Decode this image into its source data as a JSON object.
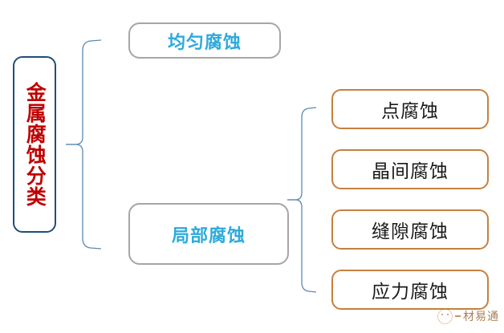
{
  "diagram": {
    "title": "金属腐蚀分类",
    "type": "tree",
    "root": {
      "label": "金属腐蚀分类",
      "text_color": "#c00000",
      "border_color": "#1f4e79",
      "orientation": "vertical"
    },
    "level2": [
      {
        "id": "uniform",
        "label": "均匀腐蚀",
        "text_color": "#2eaadc",
        "border_color": "#a6a6a6"
      },
      {
        "id": "local",
        "label": "局部腐蚀",
        "text_color": "#2eaadc",
        "border_color": "#a6a6a6"
      }
    ],
    "level3": [
      {
        "id": "pitting",
        "label": "点腐蚀",
        "text_color": "#1a1a1a",
        "border_color": "#c5803f"
      },
      {
        "id": "intergranular",
        "label": "晶间腐蚀",
        "text_color": "#1a1a1a",
        "border_color": "#c5803f"
      },
      {
        "id": "crevice",
        "label": "缝隙腐蚀",
        "text_color": "#1a1a1a",
        "border_color": "#c5803f"
      },
      {
        "id": "stress",
        "label": "应力腐蚀",
        "text_color": "#1a1a1a",
        "border_color": "#c5803f"
      }
    ],
    "connector_color": "#5b8ab4",
    "background": "#ffffff"
  },
  "watermark": {
    "text": "材易通",
    "color": "#9a6a3a"
  }
}
